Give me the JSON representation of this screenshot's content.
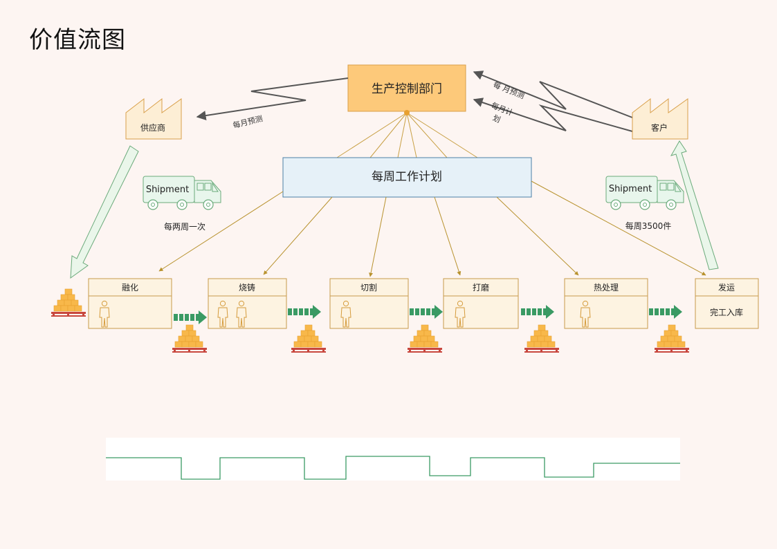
{
  "title": "价值流图",
  "control": {
    "label": "生产控制部门"
  },
  "schedule": {
    "label": "每周工作计划"
  },
  "supplier": {
    "label": "供应商"
  },
  "customer": {
    "label": "客户"
  },
  "info_flows": {
    "to_supplier": "每月预测",
    "from_customer_1": "每 月预测",
    "from_customer_2": "每月计划"
  },
  "shipments": [
    {
      "truck_label": "Shipment",
      "frequency": "每两周一次"
    },
    {
      "truck_label": "Shipment",
      "frequency": "每周3500件"
    }
  ],
  "processes": [
    {
      "name": "融化",
      "operators": 1,
      "body": ""
    },
    {
      "name": "烧铸",
      "operators": 2,
      "body": ""
    },
    {
      "name": "切割",
      "operators": 1,
      "body": ""
    },
    {
      "name": "打磨",
      "operators": 1,
      "body": ""
    },
    {
      "name": "热处理",
      "operators": 1,
      "body": ""
    },
    {
      "name": "发运",
      "operators": 0,
      "body": "完工入库"
    }
  ],
  "colors": {
    "process_fill": "#fdf3e1",
    "process_stroke": "#c89a4a",
    "control_fill": "#fdc97a",
    "schedule_fill": "#e6f1f8",
    "schedule_stroke": "#4a7fa6",
    "push_arrow": "#3a9a64",
    "inventory": "#f8b84a",
    "pallet": "#c8473e",
    "timeline": "#3a9a64"
  }
}
